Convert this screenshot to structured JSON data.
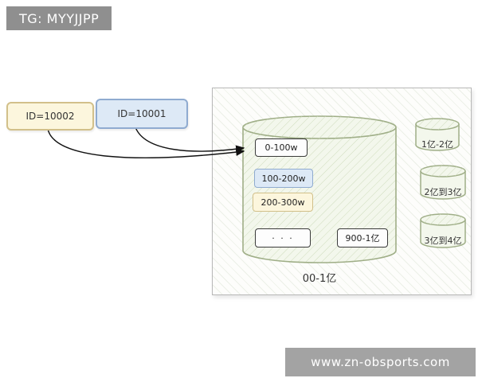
{
  "badges": {
    "tg": "TG: MYYJJPP",
    "site": "www.zn-obsports.com"
  },
  "nodes": [
    {
      "label": "ID=10002"
    },
    {
      "label": "ID=10001"
    }
  ],
  "database": {
    "label": "00-1亿",
    "shards": [
      "0-100w",
      "100-200w",
      "200-300w",
      "· · ·",
      "900-1亿"
    ]
  },
  "other_shards": [
    "1亿-2亿",
    "2亿到3亿",
    "3亿到4亿"
  ],
  "colors": {
    "yellow_fill": "#fcf6dd",
    "yellow_border": "#d2c08a",
    "blue_fill": "#dde9f6",
    "blue_border": "#8fabd0",
    "green_stroke": "#9fae87",
    "badge_gray": "#9a9a9a",
    "arrow": "#111111"
  }
}
